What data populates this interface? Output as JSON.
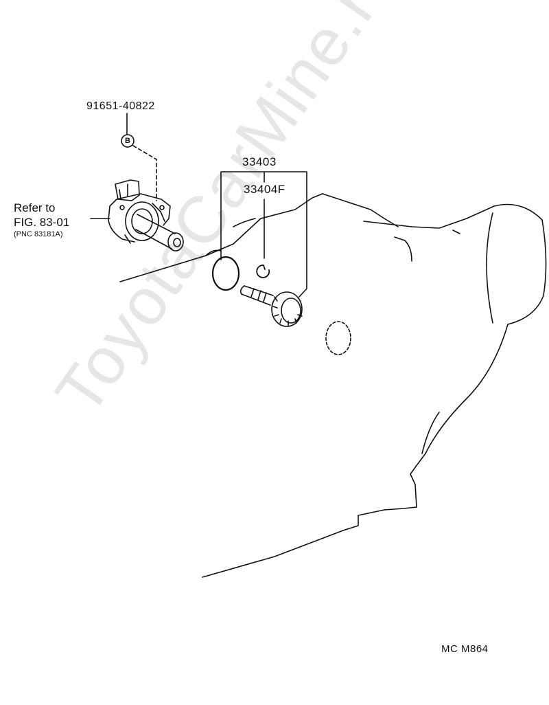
{
  "callouts": {
    "sensor_part_no": "91651-40822",
    "sensor_badge": "B",
    "gear_part_no": "33403",
    "clip_part_no": "33404F"
  },
  "reference": {
    "line1": "Refer to",
    "line2": "FIG. 83-01",
    "line3": "(PNC 83181A)"
  },
  "figure_code": "MC  M864",
  "watermark": "ToyotaCarMine.ru"
}
